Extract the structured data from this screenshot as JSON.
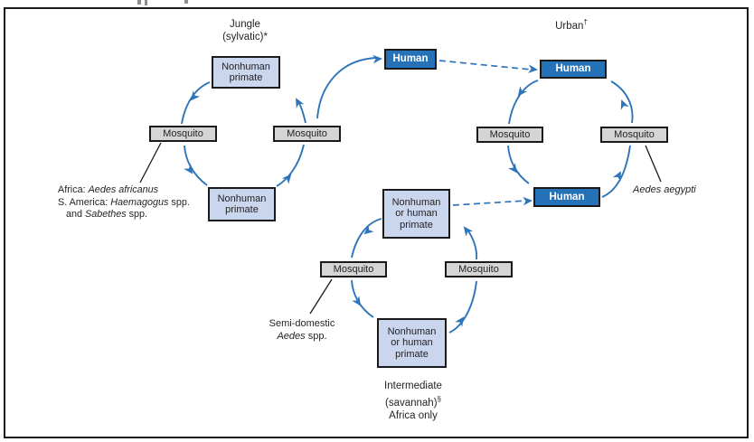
{
  "titles": {
    "jungle": "Jungle\n(sylvatic)*",
    "urban": {
      "text": "Urban",
      "sup": "†"
    },
    "intermediate": {
      "line1": "Intermediate",
      "line2": "(savannah)",
      "line2_sup": "§",
      "line3": "Africa only"
    }
  },
  "boxes": {
    "nonhuman_primate": "Nonhuman\nprimate",
    "mosquito": "Mosquito",
    "human": "Human",
    "nonhuman_or_human_primate": "Nonhuman\nor human\nprimate"
  },
  "annotations": {
    "jungle_vectors": {
      "line1_prefix": "Africa: ",
      "line1_species": "Aedes africanus",
      "line2_prefix": "S. America: ",
      "line2_species": "Haemagogus",
      "line2_suffix": " spp.",
      "line3_prefix": "and ",
      "line3_species": "Sabethes",
      "line3_suffix": " spp."
    },
    "urban_vector": "Aedes aegypti",
    "intermediate_vectors": {
      "line1": "Semi-domestic",
      "line2_species": "Aedes",
      "line2_suffix": " spp."
    }
  },
  "colors": {
    "arrow_blue": "#2d74b9",
    "human_fill": "#2572b8",
    "primate_fill": "#c9d6ee",
    "mosquito_fill": "#d5d5d5",
    "box_border": "#1a1a1a",
    "frame_border": "#1a1a1a",
    "text_color": "#231f20"
  }
}
